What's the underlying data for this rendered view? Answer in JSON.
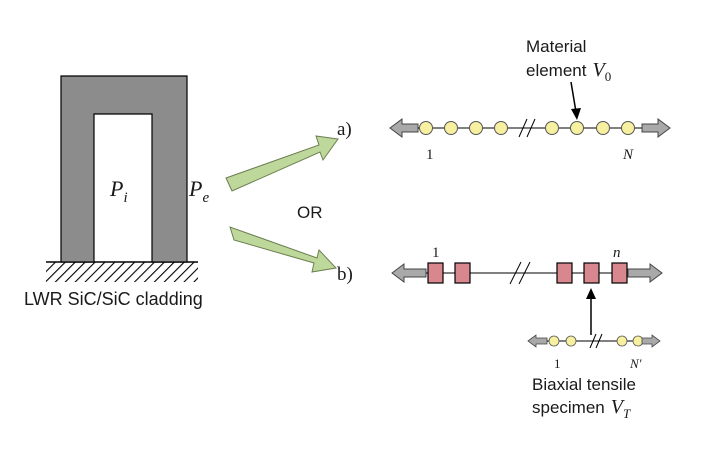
{
  "colors": {
    "cladding_fill": "#8c8c8c",
    "bead_fill": "#f7f0a0",
    "specimen_fill": "#d9878f",
    "big_arrow_fill": "#bdd89a",
    "gray_arrow_fill": "#a9a9a9"
  },
  "cladding": {
    "caption": "LWR SiC/SiC cladding",
    "p_i": {
      "base": "P",
      "sub": "i"
    },
    "p_e": {
      "base": "P",
      "sub": "e"
    }
  },
  "or_label": "OR",
  "chain_a": {
    "label": "a)",
    "index_first": "1",
    "index_last": "N",
    "annotation_line1": "Material",
    "annotation_line2": "element",
    "annotation_symbol": {
      "base": "V",
      "sub": "0"
    }
  },
  "chain_b": {
    "label": "b)",
    "index_first": "1",
    "index_last": "n",
    "sub_index_first": "1",
    "sub_index_last": "N'",
    "annotation_line1": "Biaxial tensile",
    "annotation_line2": "specimen",
    "annotation_symbol": {
      "base": "V",
      "sub": "T"
    }
  }
}
